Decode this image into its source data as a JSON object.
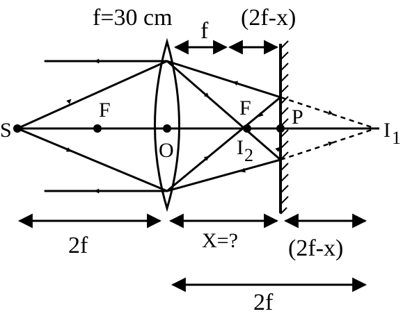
{
  "labels": {
    "focal_length": "f=30 cm",
    "f_gap": "f",
    "gap_top": "(2f-x)",
    "source": "S",
    "focus_left": "F",
    "optical_centre": "O",
    "focus_right": "F",
    "image_2": "I",
    "image_2_sub": "2",
    "mirror_point": "P",
    "image_1": "I",
    "image_1_sub": "1",
    "dist_2f_left": "2f",
    "dist_x": "X=?",
    "gap_bottom": "(2f-x)",
    "dist_2f_bottom": "2f"
  }
}
